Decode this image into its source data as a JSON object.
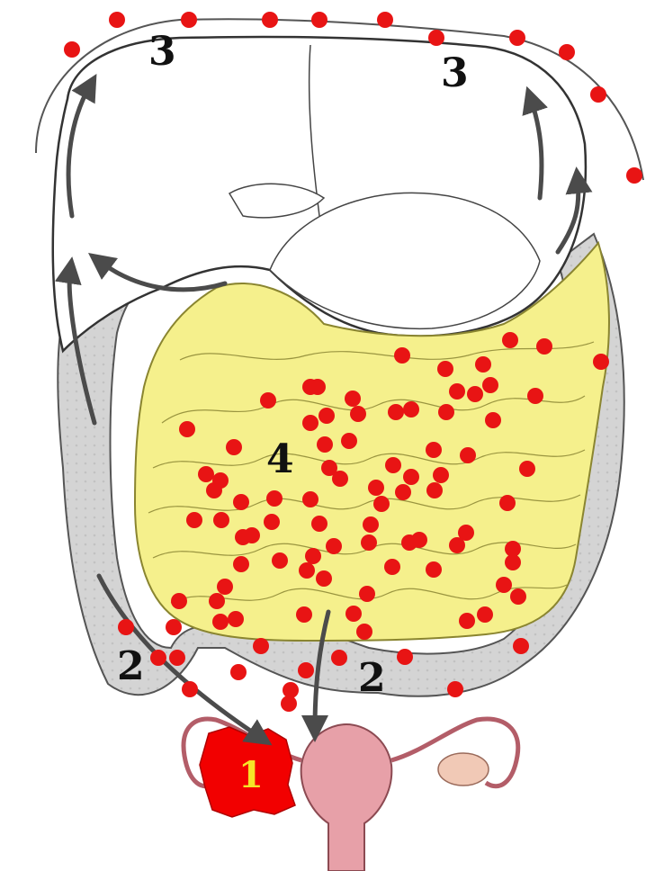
{
  "colors": {
    "metastasis_dot": "#e81414",
    "small_intestine": "#f5f08c",
    "colon": "#d4d4d4",
    "uterus": "#e7a0a8",
    "ovary": "#f1c9b6",
    "primary_tumor": "#f20000",
    "primary_tumor_label": "#f6e427",
    "arrow": "#4b4b4b",
    "outline": "#404040",
    "peritoneum_line": "#555555"
  },
  "labels": {
    "primary_tumor": "1",
    "pelvic_left": "2",
    "pelvic_right": "2",
    "diaphragm_left": "3",
    "diaphragm_right": "3",
    "small_intestine": "4"
  },
  "icons": {
    "arrow": "spread-direction-arrow",
    "dot": "metastasis-dot"
  }
}
